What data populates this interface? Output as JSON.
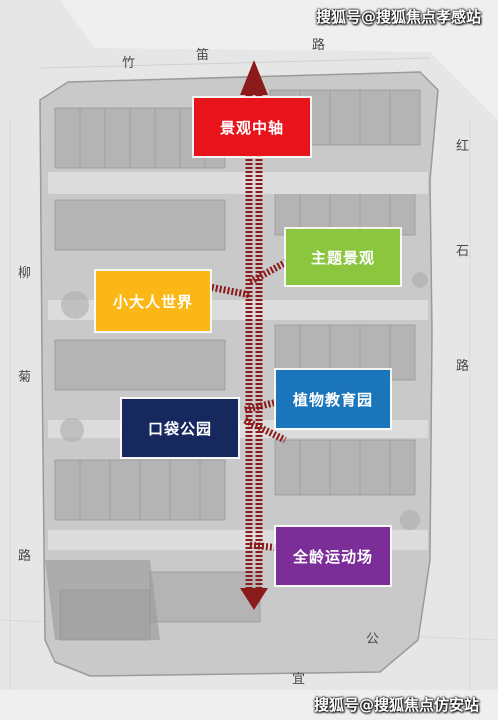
{
  "watermark_top": "搜狐号@搜狐焦点孝感站",
  "watermark_bottom": "搜狐号@搜狐焦点仿安站",
  "roads": {
    "top": [
      "竹",
      "笛",
      "路"
    ],
    "left": [
      "柳",
      "菊",
      "路"
    ],
    "right": [
      "红",
      "石",
      "路"
    ],
    "bottom": [
      "公",
      "宜"
    ]
  },
  "labels": [
    {
      "id": "axis",
      "text": "景观中轴",
      "color": "#e8141c"
    },
    {
      "id": "theme",
      "text": "主题景观",
      "color": "#8cc63f"
    },
    {
      "id": "kids",
      "text": "小大人世界",
      "color": "#fbb715"
    },
    {
      "id": "plant",
      "text": "植物教育园",
      "color": "#1b75bb"
    },
    {
      "id": "pocket",
      "text": "口袋公园",
      "color": "#16285e"
    },
    {
      "id": "sports",
      "text": "全龄运动场",
      "color": "#7b2d98"
    }
  ],
  "colors": {
    "axis_line": "#8b1a1a",
    "site_fill": "#c8c8c8",
    "road": "#f4f4f4"
  }
}
